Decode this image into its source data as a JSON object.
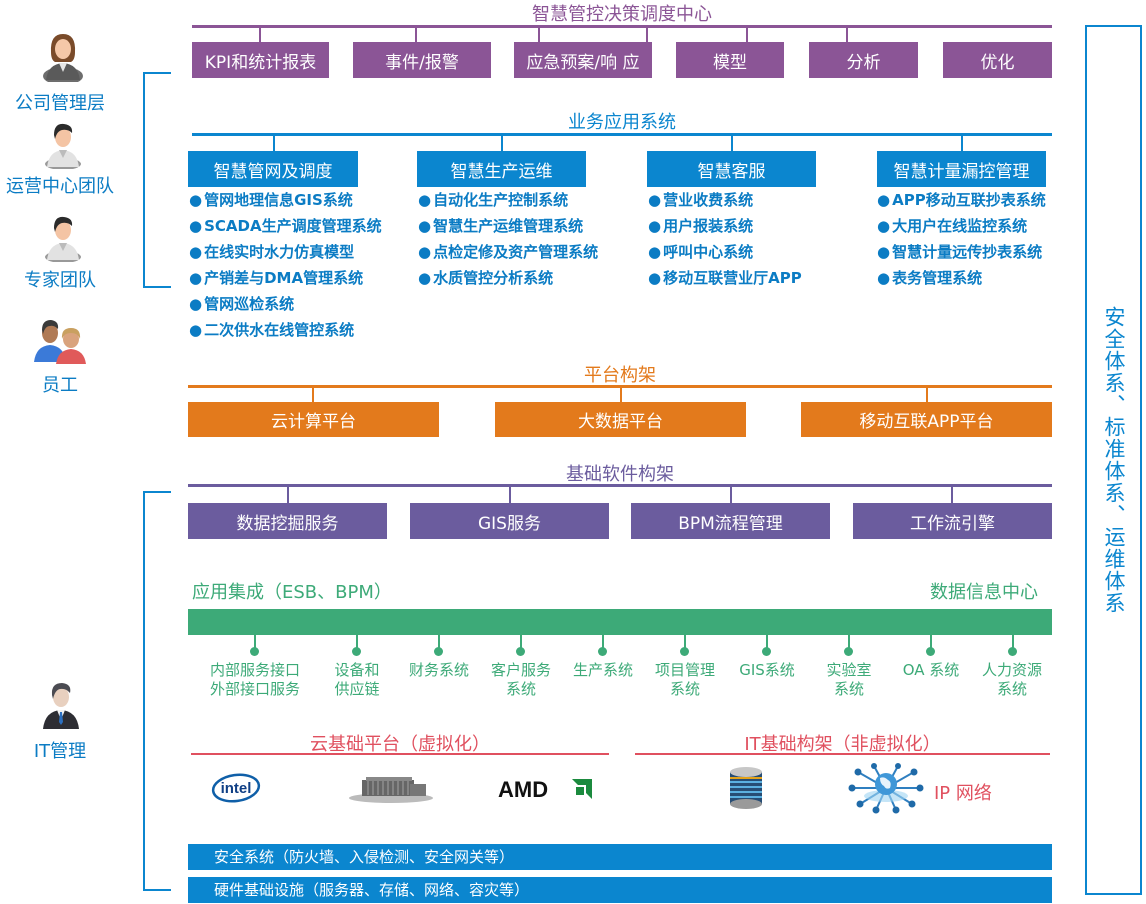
{
  "roles": [
    {
      "label": "公司管理层",
      "icon": "female-manager-icon"
    },
    {
      "label": "运营中心团队",
      "icon": "male-staff-icon"
    },
    {
      "label": "专家团队",
      "icon": "male-expert-icon"
    },
    {
      "label": "员工",
      "icon": "employees-pair-icon"
    },
    {
      "label": "IT管理",
      "icon": "businessman-icon"
    }
  ],
  "decision_center": {
    "title": "智慧管控决策调度中心",
    "color": "#8b5596",
    "items": [
      "KPI和统计报表",
      "事件/报警",
      "应急预案/响 应",
      "模型",
      "分析",
      "优化"
    ]
  },
  "business_apps": {
    "title": "业务应用系统",
    "color": "#0b86cf",
    "groups": [
      {
        "title": "智慧管网及调度",
        "items": [
          "管网地理信息GIS系统",
          "SCADA生产调度管理系统",
          "在线实时水力仿真模型",
          "产销差与DMA管理系统",
          "管网巡检系统",
          "二次供水在线管控系统"
        ]
      },
      {
        "title": "智慧生产运维",
        "items": [
          "自动化生产控制系统",
          "智慧生产运维管理系统",
          "点检定修及资产管理系统",
          "水质管控分析系统"
        ]
      },
      {
        "title": "智慧客服",
        "items": [
          "营业收费系统",
          "用户报装系统",
          "呼叫中心系统",
          "移动互联营业厅APP"
        ]
      },
      {
        "title": "智慧计量漏控管理",
        "items": [
          "APP移动互联抄表系统",
          "大用户在线监控系统",
          "智慧计量远传抄表系统",
          "表务管理系统"
        ]
      }
    ]
  },
  "platform": {
    "title": "平台构架",
    "color": "#e37a1c",
    "items": [
      "云计算平台",
      "大数据平台",
      "移动互联APP平台"
    ]
  },
  "base_software": {
    "title": "基础软件构架",
    "color": "#6b5c9e",
    "items": [
      "数据挖掘服务",
      "GIS服务",
      "BPM流程管理",
      "工作流引擎"
    ]
  },
  "integration": {
    "left_label": "应用集成（ESB、BPM）",
    "right_label": "数据信息中心",
    "color": "#3daa78",
    "nodes": [
      {
        "line1": "内部服务接口",
        "line2": "外部接口服务"
      },
      {
        "line1": "设备和",
        "line2": "供应链"
      },
      {
        "line1": "财务系统",
        "line2": ""
      },
      {
        "line1": "客户服务",
        "line2": "系统"
      },
      {
        "line1": "生产系统",
        "line2": ""
      },
      {
        "line1": "项目管理",
        "line2": "系统"
      },
      {
        "line1": "GIS系统",
        "line2": ""
      },
      {
        "line1": "实验室",
        "line2": "系统"
      },
      {
        "line1": "OA 系统",
        "line2": ""
      },
      {
        "line1": "人力资源",
        "line2": "系统"
      }
    ]
  },
  "cloud_infra": {
    "title": "云基础平台（虚拟化）",
    "color": "#e0505f",
    "logos": [
      "intel",
      "server-rack",
      "AMD"
    ]
  },
  "it_infra": {
    "title": "IT基础构架（非虚拟化）",
    "color": "#e0505f",
    "logos": [
      "database",
      "network-globe"
    ],
    "network_label": "IP 网络"
  },
  "bottom_bars": [
    "安全系统（防火墙、入侵检测、安全网关等）",
    "硬件基础设施（服务器、存储、网络、容灾等）"
  ],
  "side_panel": {
    "text": "安全体系、标准体系、运维体系",
    "color": "#0b86cf"
  },
  "logos": {
    "intel_text": "intel",
    "amd_text": "AMD"
  }
}
